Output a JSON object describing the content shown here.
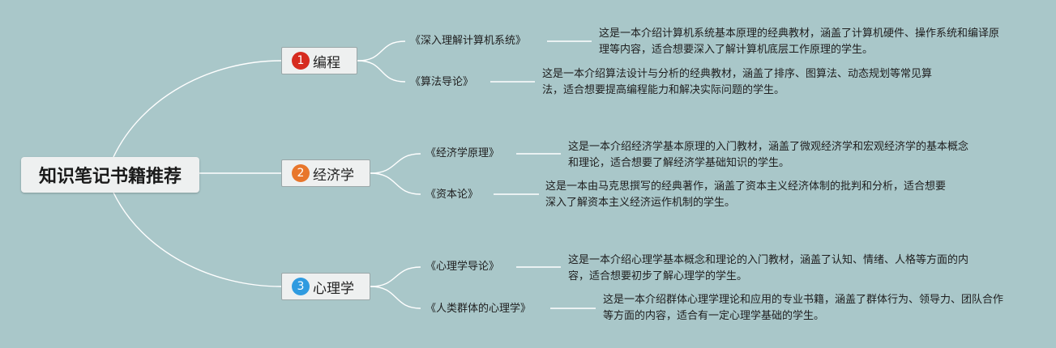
{
  "root": {
    "title": "知识笔记书籍推荐"
  },
  "branches": [
    {
      "number": "1",
      "label": "编程",
      "badge_color": "#d62b1f",
      "books": [
        {
          "title": "《深入理解计算机系统》",
          "desc": "这是一本介绍计算机系统基本原理的经典教材，涵盖了计算机硬件、操作系统和编译原理等内容，适合想要深入了解计算机底层工作原理的学生。"
        },
        {
          "title": "《算法导论》",
          "desc": "这是一本介绍算法设计与分析的经典教材，涵盖了排序、图算法、动态规划等常见算法，适合想要提高编程能力和解决实际问题的学生。"
        }
      ]
    },
    {
      "number": "2",
      "label": "经济学",
      "badge_color": "#e8762b",
      "books": [
        {
          "title": "《经济学原理》",
          "desc": "这是一本介绍经济学基本原理的入门教材，涵盖了微观经济学和宏观经济学的基本概念和理论，适合想要了解经济学基础知识的学生。"
        },
        {
          "title": "《资本论》",
          "desc": "这是一本由马克思撰写的经典著作，涵盖了资本主义经济体制的批判和分析，适合想要深入了解资本主义经济运作机制的学生。"
        }
      ]
    },
    {
      "number": "3",
      "label": "心理学",
      "badge_color": "#2f9be0",
      "books": [
        {
          "title": "《心理学导论》",
          "desc": "这是一本介绍心理学基本概念和理论的入门教材，涵盖了认知、情绪、人格等方面的内容，适合想要初步了解心理学的学生。"
        },
        {
          "title": "《人类群体的心理学》",
          "desc": "这是一本介绍群体心理学理论和应用的专业书籍，涵盖了群体行为、领导力、团队合作等方面的内容，适合有一定心理学基础的学生。"
        }
      ]
    }
  ]
}
